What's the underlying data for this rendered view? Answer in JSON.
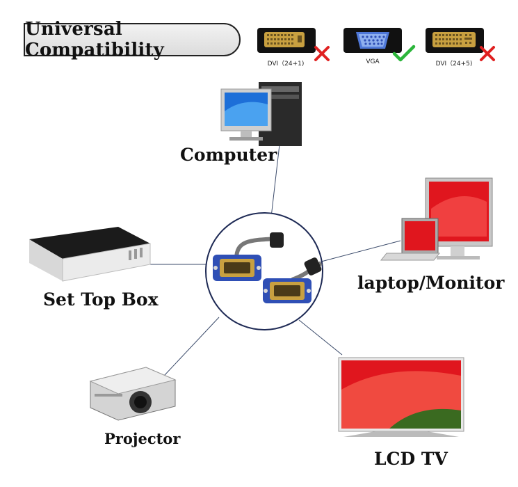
{
  "header": {
    "title": "Universal Compatibility"
  },
  "connectors": [
    {
      "label": "DVI（24+1)",
      "status": "incompatible",
      "mark_icon": "red-x-icon"
    },
    {
      "label": "VGA",
      "status": "compatible",
      "mark_icon": "green-check-icon"
    },
    {
      "label": "DVI（24+5)",
      "status": "incompatible",
      "mark_icon": "red-x-icon"
    }
  ],
  "devices": {
    "computer": "Computer",
    "laptop_monitor": "laptop/Monitor",
    "set_top_box": "Set Top Box",
    "projector": "Projector",
    "lcd_tv": "LCD TV"
  },
  "colors": {
    "vga_blue": "#2f4fb5",
    "connector_gold": "#c8a040",
    "check_green": "#2bb53a",
    "cross_red": "#e02020",
    "screen_red": "#e0161e"
  }
}
